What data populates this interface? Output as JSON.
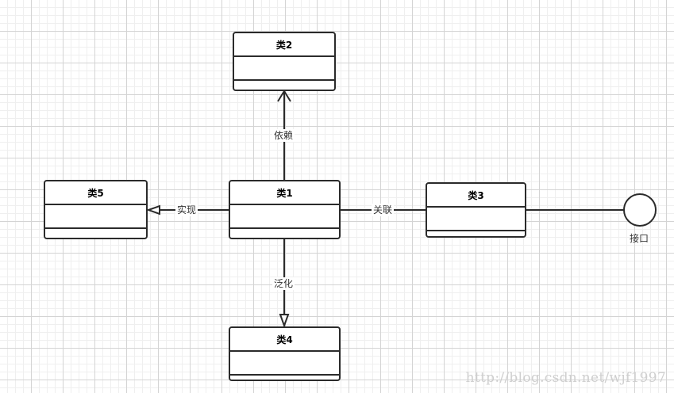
{
  "diagram": {
    "classes": {
      "class1": {
        "name": "类1"
      },
      "class2": {
        "name": "类2"
      },
      "class3": {
        "name": "类3"
      },
      "class4": {
        "name": "类4"
      },
      "class5": {
        "name": "类5"
      }
    },
    "relations": {
      "dependency": {
        "label": "依赖"
      },
      "realization": {
        "label": "实现"
      },
      "association": {
        "label": "关联"
      },
      "generalization": {
        "label": "泛化"
      }
    },
    "interface": {
      "label": "接口"
    }
  },
  "watermark": "http://blog.csdn.net/wjf1997"
}
